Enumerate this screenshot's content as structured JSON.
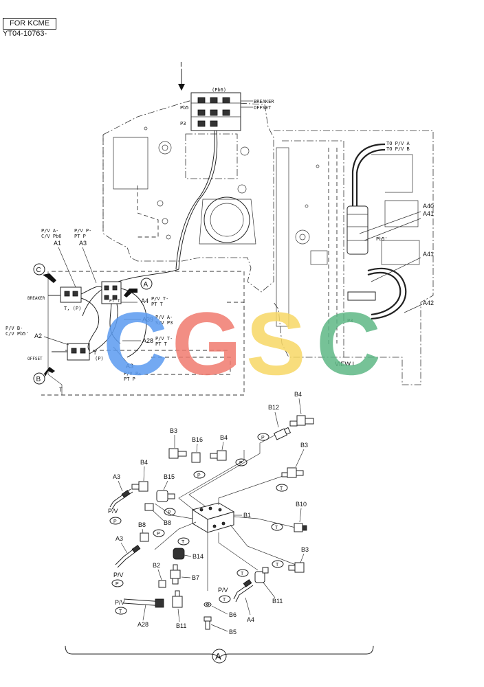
{
  "header": {
    "tag": "FOR KCME",
    "doc_number": "YT04-10763-"
  },
  "watermark": {
    "letters": [
      "C",
      "G",
      "S",
      "C"
    ],
    "colors": [
      "#5b9bf0",
      "#f07b6f",
      "#f7d866",
      "#5fb886"
    ]
  },
  "upper": {
    "arrow_top": "I",
    "pb6": "(Pb6)",
    "pb5": "Pb5",
    "p3": "P3",
    "breaker_line": "BREAKER",
    "offset_line": "OFFSET",
    "to_pv_a": "TO P/V A",
    "to_pv_b": "TO P/V B",
    "view_label": "VIEW I",
    "pb5_prime": "Pb5'",
    "p3_small": "P3",
    "callout_a40": "A40",
    "callout_a41": "A41",
    "callout_a41b": "A41",
    "callout_a42": "A42",
    "pv_a_cv_pb6_1": "P/V A-",
    "pv_a_cv_pb6_2": "C/V Pb6",
    "pv_p_pt_p_1": "P/V P-",
    "pv_p_pt_p_2": "PT P",
    "a1": "A1",
    "a3": "A3",
    "circle_c": "C",
    "circle_a": "A",
    "circle_b": "B",
    "breaker_side": "BREAKER",
    "offset_side": "OFFSET",
    "t_p": "T, (P)",
    "t_p2": "T",
    "p_paren": "(P)",
    "a4": "A4",
    "a4_desc_1": "P/V T-",
    "a4_desc_2": "PT T",
    "a39": "A39",
    "a39_desc_1": "P/V A-",
    "a39_desc_2": "S/V P3",
    "a28": "A28",
    "a28_desc_1": "P/V T-",
    "a28_desc_2": "PT T",
    "pv_b_1": "P/V B-",
    "pv_b_2": "C/V Pb5'",
    "a2": "A2",
    "a3b": "A3",
    "a3b_desc_1": "P/V P-",
    "a3b_desc_2": "PT P",
    "t_corner": "T",
    "pt": "PT",
    "t_small": "T"
  },
  "lower": {
    "b1": "B1",
    "b2": "B2",
    "b3a": "B3",
    "b3b": "B3",
    "b3c": "B3",
    "b4a": "B4",
    "b4b": "B4",
    "b4c": "B4",
    "b5": "B5",
    "b6": "B6",
    "b7": "B7",
    "b8a": "B8",
    "b8b": "B8",
    "b10": "B10",
    "b11a": "B11",
    "b11b": "B11",
    "b12": "B12",
    "b14": "B14",
    "b15": "B15",
    "b16": "B16",
    "a3a": "A3",
    "a3c": "A3",
    "a4": "A4",
    "a28": "A28",
    "pv1": "P/V",
    "pv2": "P/V",
    "pv3": "P/V",
    "pv4": "P/V",
    "port_p": "P",
    "port_t": "T",
    "view_a": "A"
  }
}
